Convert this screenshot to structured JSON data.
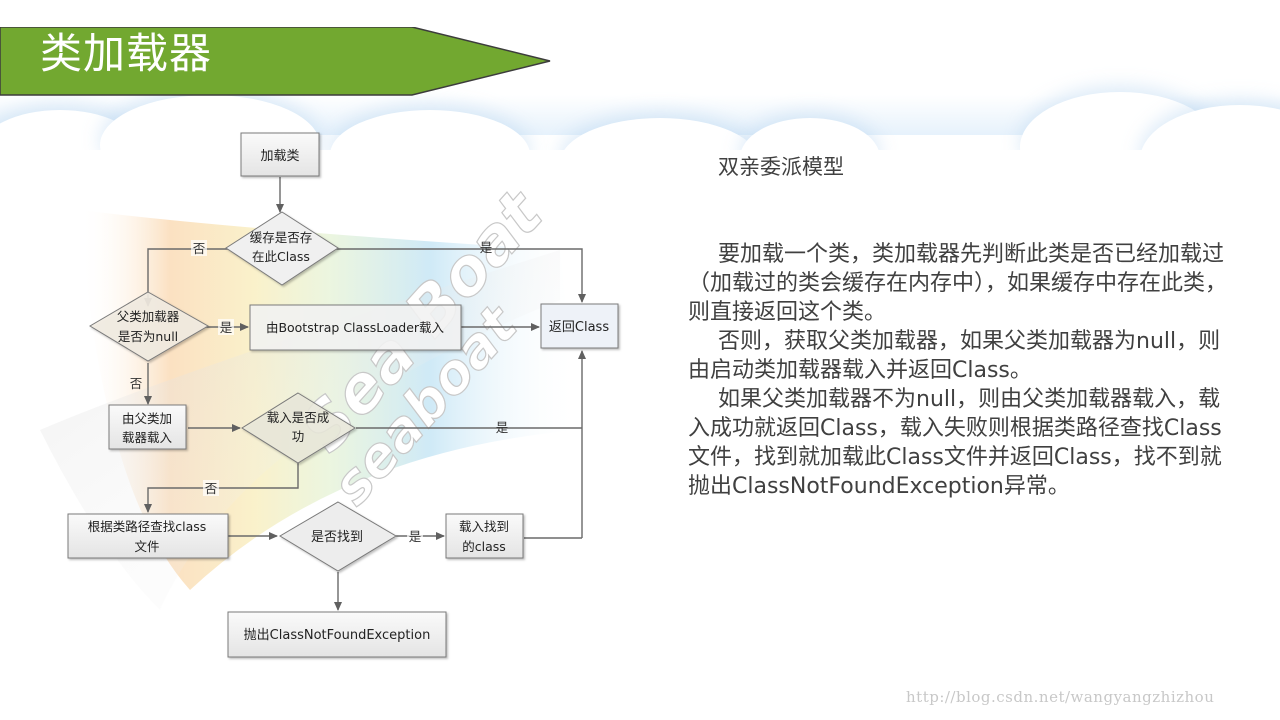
{
  "slide": {
    "title": "类加载器",
    "banner_color": "#72a830"
  },
  "flowchart": {
    "nodes": {
      "load_class": "加载类",
      "cache_check_line1": "缓存是否存",
      "cache_check_line2": "在此Class",
      "parent_null_line1": "父类加载器",
      "parent_null_line2": "是否为null",
      "bootstrap_load": "由Bootstrap  ClassLoader载入",
      "return_class": "返回Class",
      "parent_load_line1": "由父类加",
      "parent_load_line2": "载器载入",
      "load_success_line1": "载入是否成",
      "load_success_line2": "功",
      "find_by_path_line1": "根据类路径查找class",
      "find_by_path_line2": "文件",
      "found_check": "是否找到",
      "load_found_line1": "载入找到",
      "load_found_line2": "的class",
      "throw_exception": "抛出ClassNotFoundException"
    },
    "edge_labels": {
      "cache_no": "否",
      "cache_yes": "是",
      "parent_null_yes": "是",
      "parent_null_no": "否",
      "load_success_yes": "是",
      "load_success_no": "否",
      "found_yes": "是"
    }
  },
  "side_panel": {
    "heading": "双亲委派模型",
    "paragraphs": [
      "要加载一个类，类加载器先判断此类是否已经加载过（加载过的类会缓存在内存中），如果缓存中存在此类，则直接返回这个类。",
      "否则，获取父类加载器，如果父类加载器为null，则由启动类加载器载入并返回Class。",
      "如果父类加载器不为null，则由父类加载器载入，载入成功就返回Class，载入失败则根据类路径查找Class文件，找到就加载此Class文件并返回Class，找不到就抛出ClassNotFoundException异常。"
    ]
  },
  "footer": {
    "url": "http://blog.csdn.net/wangyangzhizhou"
  }
}
